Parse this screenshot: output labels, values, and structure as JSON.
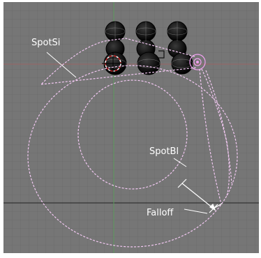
{
  "viewport": {
    "labels": {
      "spot_size": "SpotSi",
      "spot_blend": "SpotBl",
      "falloff": "Falloff"
    }
  },
  "colors": {
    "background_grid": "#767676",
    "grid_line": "#6c6c6c",
    "x_axis": "#9a6464",
    "y_axis": "#5c9a5c",
    "lamp_circles": "#f2c8f2",
    "label_text": "#ffffff",
    "selected_object": "#f0a0f0",
    "active_ring": "#c02020"
  },
  "icons": {
    "spheres": "sphere-object-icon",
    "lamp": "spot-lamp-icon",
    "cursor_3d": "3d-cursor-icon"
  }
}
